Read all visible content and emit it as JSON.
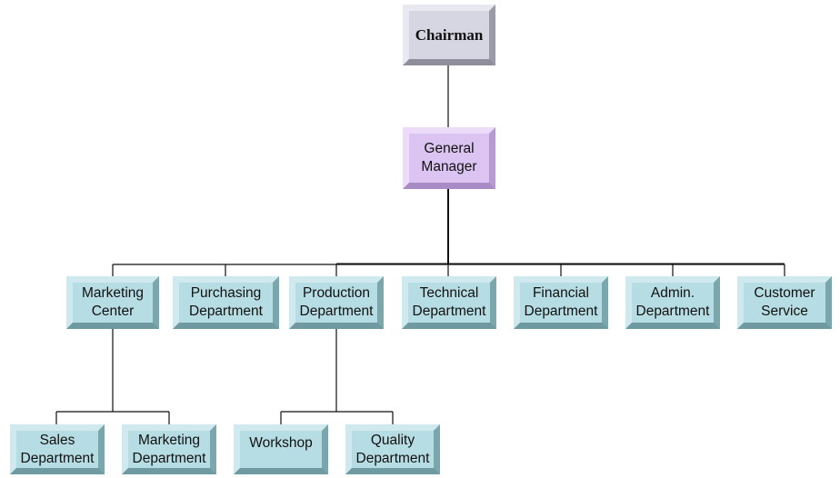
{
  "org_chart": {
    "chairman": {
      "label": "Chairman",
      "color": "#d6d6e2"
    },
    "general_manager": {
      "label": "General\nManager",
      "color": "#dcc4f2"
    },
    "departments": [
      {
        "label": "Marketing\nCenter"
      },
      {
        "label": "Purchasing\nDepartment"
      },
      {
        "label": "Production\nDepartment"
      },
      {
        "label": "Technical\nDepartment"
      },
      {
        "label": "Financial\nDepartment"
      },
      {
        "label": "Admin.\nDepartment"
      },
      {
        "label": "Customer\nService"
      }
    ],
    "marketing_subunits": [
      {
        "label": "Sales\nDepartment"
      },
      {
        "label": "Marketing\nDepartment"
      }
    ],
    "production_subunits": [
      {
        "label": "Workshop"
      },
      {
        "label": "Quality\nDepartment"
      }
    ],
    "department_color": "#b7dde4"
  }
}
